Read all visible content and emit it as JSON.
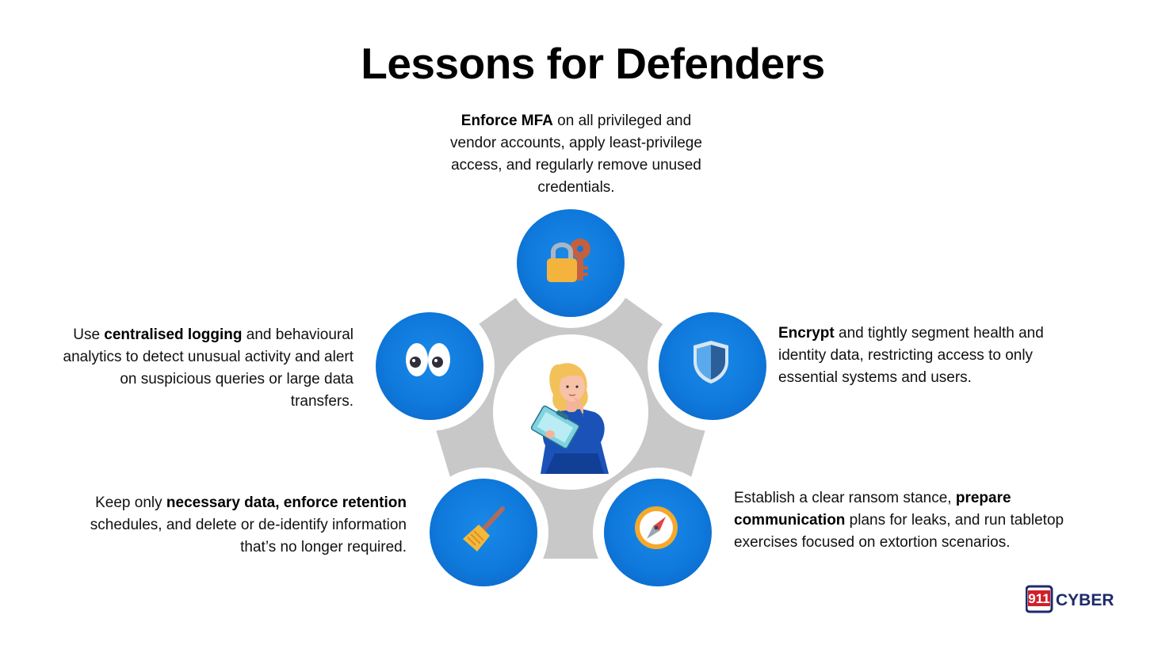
{
  "title": "Lessons for Defenders",
  "items": {
    "top": {
      "bold": "Enforce MFA",
      "rest": " on all privileged and vendor accounts, apply least-privilege access, and regularly remove unused credentials.",
      "icon": "lock-and-key-icon"
    },
    "left": {
      "pre": "Use ",
      "bold": "centralised logging",
      "rest": " and behavioural analytics to detect unusual activity and alert on suspicious queries or large data transfers.",
      "icon": "eyes-icon"
    },
    "right": {
      "bold": "Encrypt",
      "rest": " and tightly segment health and identity data, restricting access to only essential systems and users.",
      "icon": "shield-icon"
    },
    "bottom_left": {
      "pre": "Keep only ",
      "bold": "necessary data, enforce retention",
      "rest": " schedules, and delete or de-identify information that’s no longer required.",
      "icon": "broom-icon"
    },
    "bottom_right": {
      "pre": "Establish a clear ransom stance, ",
      "bold": "prepare communication",
      "rest": " plans for leaks, and run tabletop exercises focused on extortion scenarios.",
      "icon": "compass-icon"
    }
  },
  "center_illustration": "woman-with-clipboard-illustration",
  "logo": {
    "number": "911",
    "word": "CYBER"
  },
  "colors": {
    "node_blue": "#0f79dc",
    "ring_gray": "#c9c8c9",
    "logo_navy": "#1d2a6b",
    "logo_red": "#d0202a"
  }
}
